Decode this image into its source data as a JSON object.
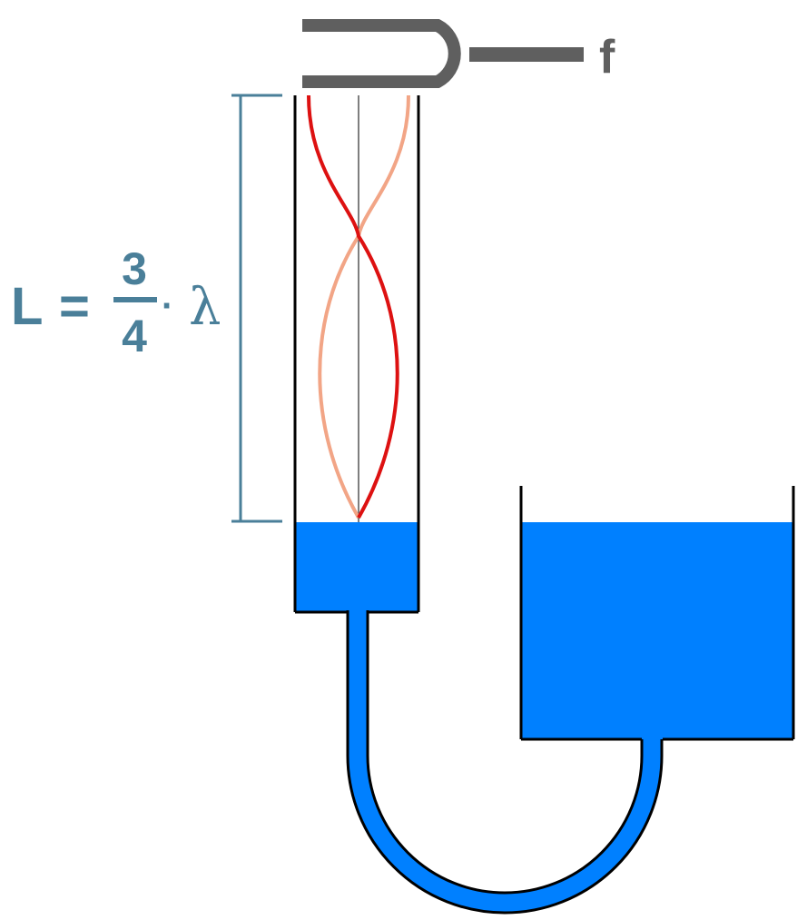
{
  "labels": {
    "frequency": "f",
    "length_symbol": "L",
    "equals": "=",
    "numerator": "3",
    "denominator": "4",
    "dot": "·",
    "wavelength_symbol": "λ"
  },
  "colors": {
    "tuning_fork": "#5f5f5f",
    "label_blue": "#4a7f99",
    "water": "#0080ff",
    "outline": "#000000",
    "tube_axis": "#555555",
    "wave_dark": "#dd1111",
    "wave_light": "#f2a586",
    "background": "#ffffff"
  },
  "icons": {
    "fork": "tuning-fork-icon"
  }
}
